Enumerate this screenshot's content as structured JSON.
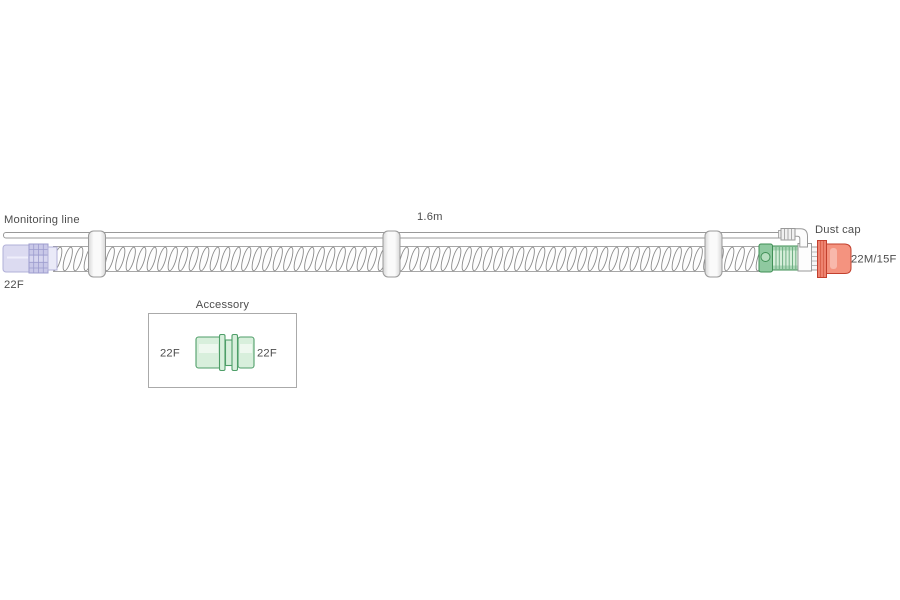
{
  "labels": {
    "monitoring_line": "Monitoring line",
    "tube_length": "1.6m",
    "dust_cap": "Dust cap",
    "left_connector_size": "22F",
    "right_connector_size": "22M/15F"
  },
  "accessory": {
    "title": "Accessory",
    "left_size": "22F",
    "right_size": "22F"
  },
  "colors": {
    "left_connector_fill": "#dcdbf1",
    "left_connector_grid_fill": "#c9c8e8",
    "green_ring_fill": "#8fc9a0",
    "green_barrel_fill": "#d6eeda",
    "green_outline": "#3f8f55",
    "dust_cap_fill": "#f4937f",
    "dust_cap_flange_fill": "#ee8370",
    "dust_cap_outline": "#c2402e",
    "accessory_fill": "#d8efdc",
    "accessory_outline": "#4e9e68",
    "tube_stroke": "#8a8a8a",
    "label_text": "#4d4d4d"
  }
}
